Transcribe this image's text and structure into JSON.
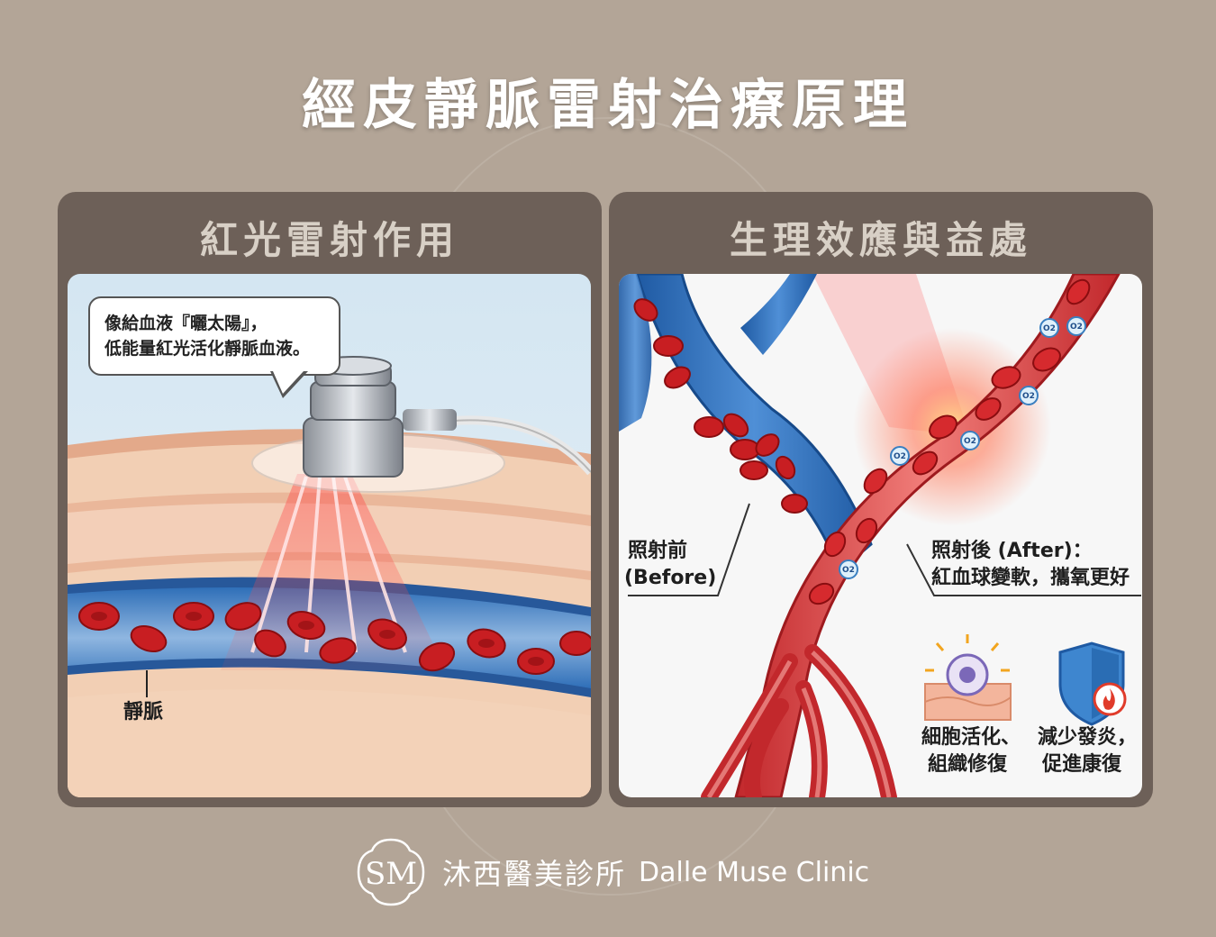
{
  "title": "經皮靜脈雷射治療原理",
  "left_card": {
    "heading": "紅光雷射作用",
    "bubble_line1": "像給血液『曬太陽』，",
    "bubble_line2": "低能量紅光活化靜脈血液。",
    "vein_label": "靜脈"
  },
  "right_card": {
    "heading": "生理效應與益處",
    "before_line1": "照射前",
    "before_line2": "(Before)",
    "after_line1": "照射後 (After)：",
    "after_line2": "紅血球變軟，攜氧更好",
    "benefit1_line1": "細胞活化、",
    "benefit1_line2": "組織修復",
    "benefit2_line1": "減少發炎，",
    "benefit2_line2": "促進康復",
    "o2_label": "O2"
  },
  "footer": {
    "logo_letters": "SM",
    "clinic_cn": "沐西醫美診所",
    "clinic_en": "Dalle Muse Clinic"
  },
  "colors": {
    "background": "#b3a597",
    "card": "#6d6058",
    "vein_blue": "#2f6fb8",
    "artery_red": "#d9373a",
    "blood_cell": "#c81e22",
    "skin": "#f0c8a8"
  }
}
